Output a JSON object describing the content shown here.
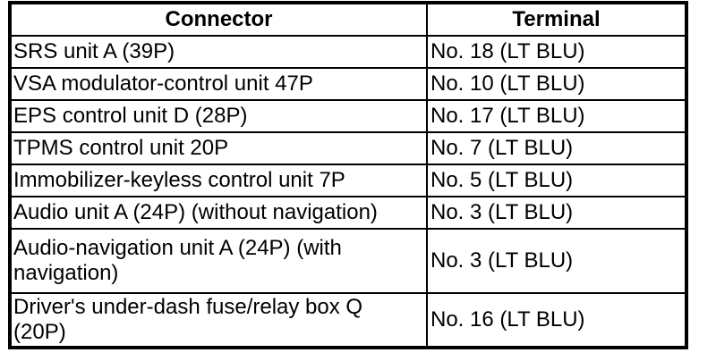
{
  "table": {
    "columns": [
      {
        "label": "Connector"
      },
      {
        "label": "Terminal"
      }
    ],
    "rows": [
      {
        "connector": "SRS unit A (39P)",
        "terminal": "No. 18 (LT BLU)"
      },
      {
        "connector": "VSA modulator-control unit 47P",
        "terminal": "No. 10 (LT BLU)"
      },
      {
        "connector": "EPS control unit D (28P)",
        "terminal": "No. 17 (LT BLU)"
      },
      {
        "connector": "TPMS control unit 20P",
        "terminal": "No. 7 (LT BLU)"
      },
      {
        "connector": "Immobilizer-keyless control unit 7P",
        "terminal": "No. 5 (LT BLU)"
      },
      {
        "connector": "Audio unit A (24P) (without navigation)",
        "terminal": "No. 3 (LT BLU)"
      },
      {
        "connector": "Audio-navigation unit A (24P) (with\nnavigation)",
        "terminal": "No. 3 (LT BLU)"
      },
      {
        "connector": "Driver's under-dash fuse/relay box Q\n(20P)",
        "terminal": "No. 16 (LT BLU)"
      }
    ]
  },
  "colors": {
    "border": "#000000",
    "text": "#000000",
    "background": "#ffffff"
  }
}
